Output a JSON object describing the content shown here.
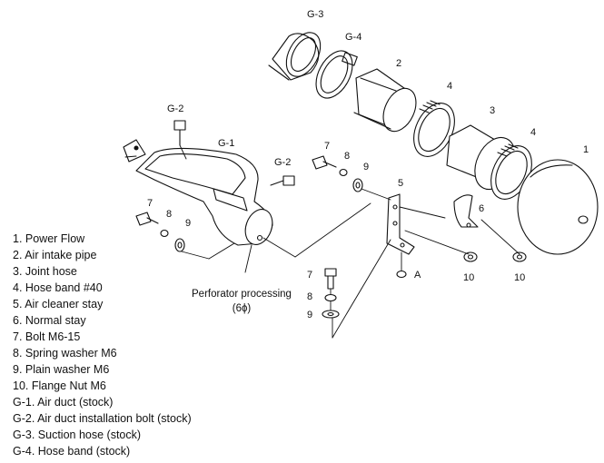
{
  "labels": {
    "g3": "G-3",
    "g4": "G-4",
    "p2": "2",
    "p4a": "4",
    "p3": "3",
    "p4b": "4",
    "p1": "1",
    "g2a": "G-2",
    "g1": "G-1",
    "g2b": "G-2",
    "p7a": "7",
    "p8a": "8",
    "p9a": "9",
    "p5": "5",
    "p6": "6",
    "p7b": "7",
    "p8b": "8",
    "p9b": "9",
    "a": "A",
    "p10a": "10",
    "p10b": "10",
    "p7c": "7",
    "p8c": "8",
    "p9c": "9"
  },
  "callout": {
    "line1": "Perforator processing",
    "line2": "(6ϕ)"
  },
  "legend": [
    "1. Power Flow",
    "2. Air intake pipe",
    "3. Joint hose",
    "4. Hose band #40",
    "5. Air cleaner stay",
    "6. Normal stay",
    "7. Bolt M6-15",
    "8. Spring washer M6",
    "9. Plain washer M6",
    "10. Flange Nut M6",
    "G-1. Air duct (stock)",
    "G-2. Air duct installation bolt (stock)",
    "G-3. Suction hose (stock)",
    "G-4. Hose band (stock)"
  ]
}
